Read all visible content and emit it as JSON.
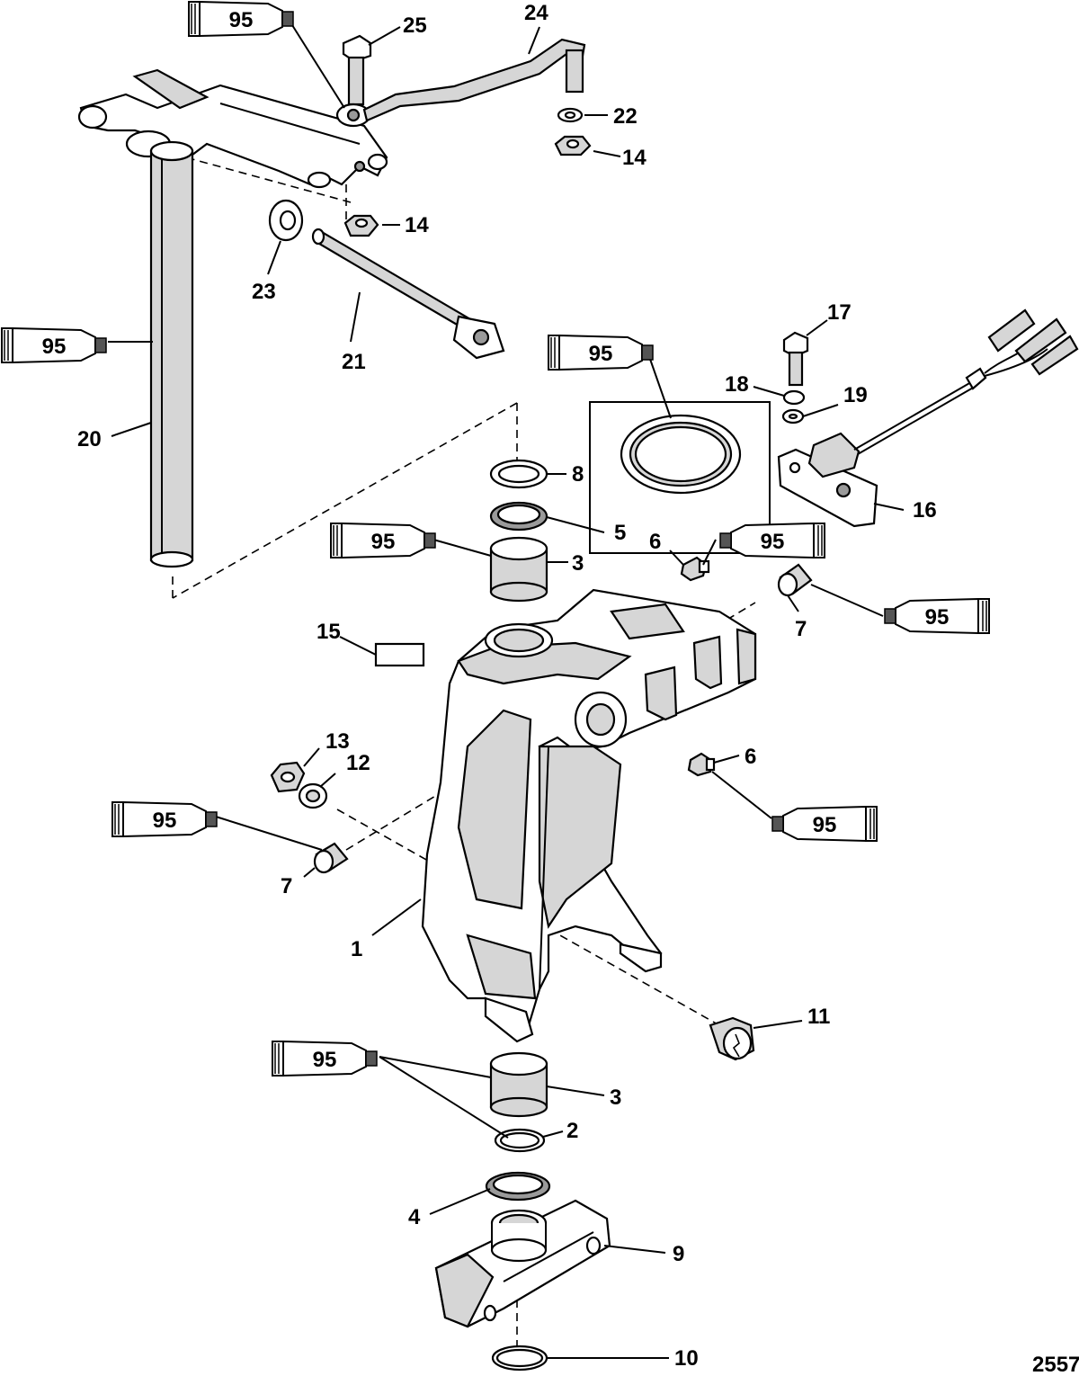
{
  "figure_number": "2557",
  "sealant_tube_label": "95",
  "callouts": {
    "c1": "1",
    "c2": "2",
    "c3a": "3",
    "c3b": "3",
    "c4": "4",
    "c5": "5",
    "c6a": "6",
    "c6b": "6",
    "c7a": "7",
    "c7b": "7",
    "c8": "8",
    "c9": "9",
    "c10": "10",
    "c11": "11",
    "c12": "12",
    "c13": "13",
    "c14a": "14",
    "c14b": "14",
    "c15": "15",
    "c16": "16",
    "c17": "17",
    "c18": "18",
    "c19": "19",
    "c20": "20",
    "c21": "21",
    "c22": "22",
    "c23": "23",
    "c24": "24",
    "c25": "25"
  }
}
